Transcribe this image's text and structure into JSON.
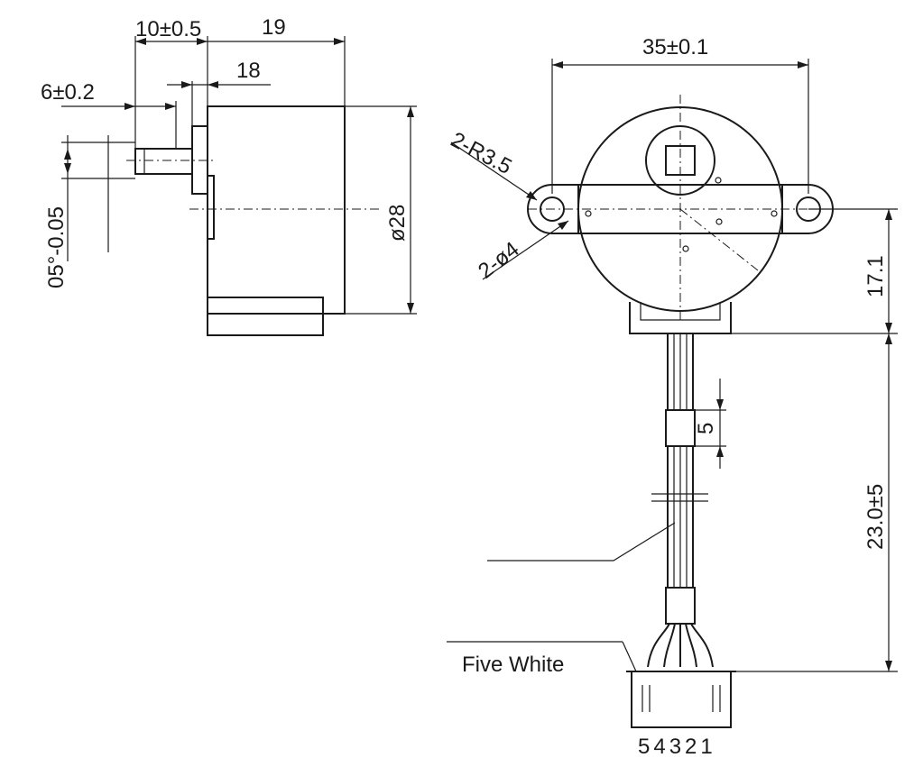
{
  "side_view": {
    "dim_shaft_flat": "10±0.5",
    "dim_overall": "19",
    "dim_body": "18",
    "dim_shaft_len": "6±0.2",
    "dim_shaft_dia": "05°-0.05",
    "dim_body_dia": "ø28"
  },
  "front_view": {
    "dim_mount_spacing": "35±0.1",
    "dim_radius": "2-R3.5",
    "dim_hole": "2-ø4",
    "dim_center_height": "17.1",
    "dim_lead_length": "23.0±5",
    "dim_sleeve": "5"
  },
  "connector": {
    "wire_label": "Five White",
    "pin_numbers": "54321"
  }
}
